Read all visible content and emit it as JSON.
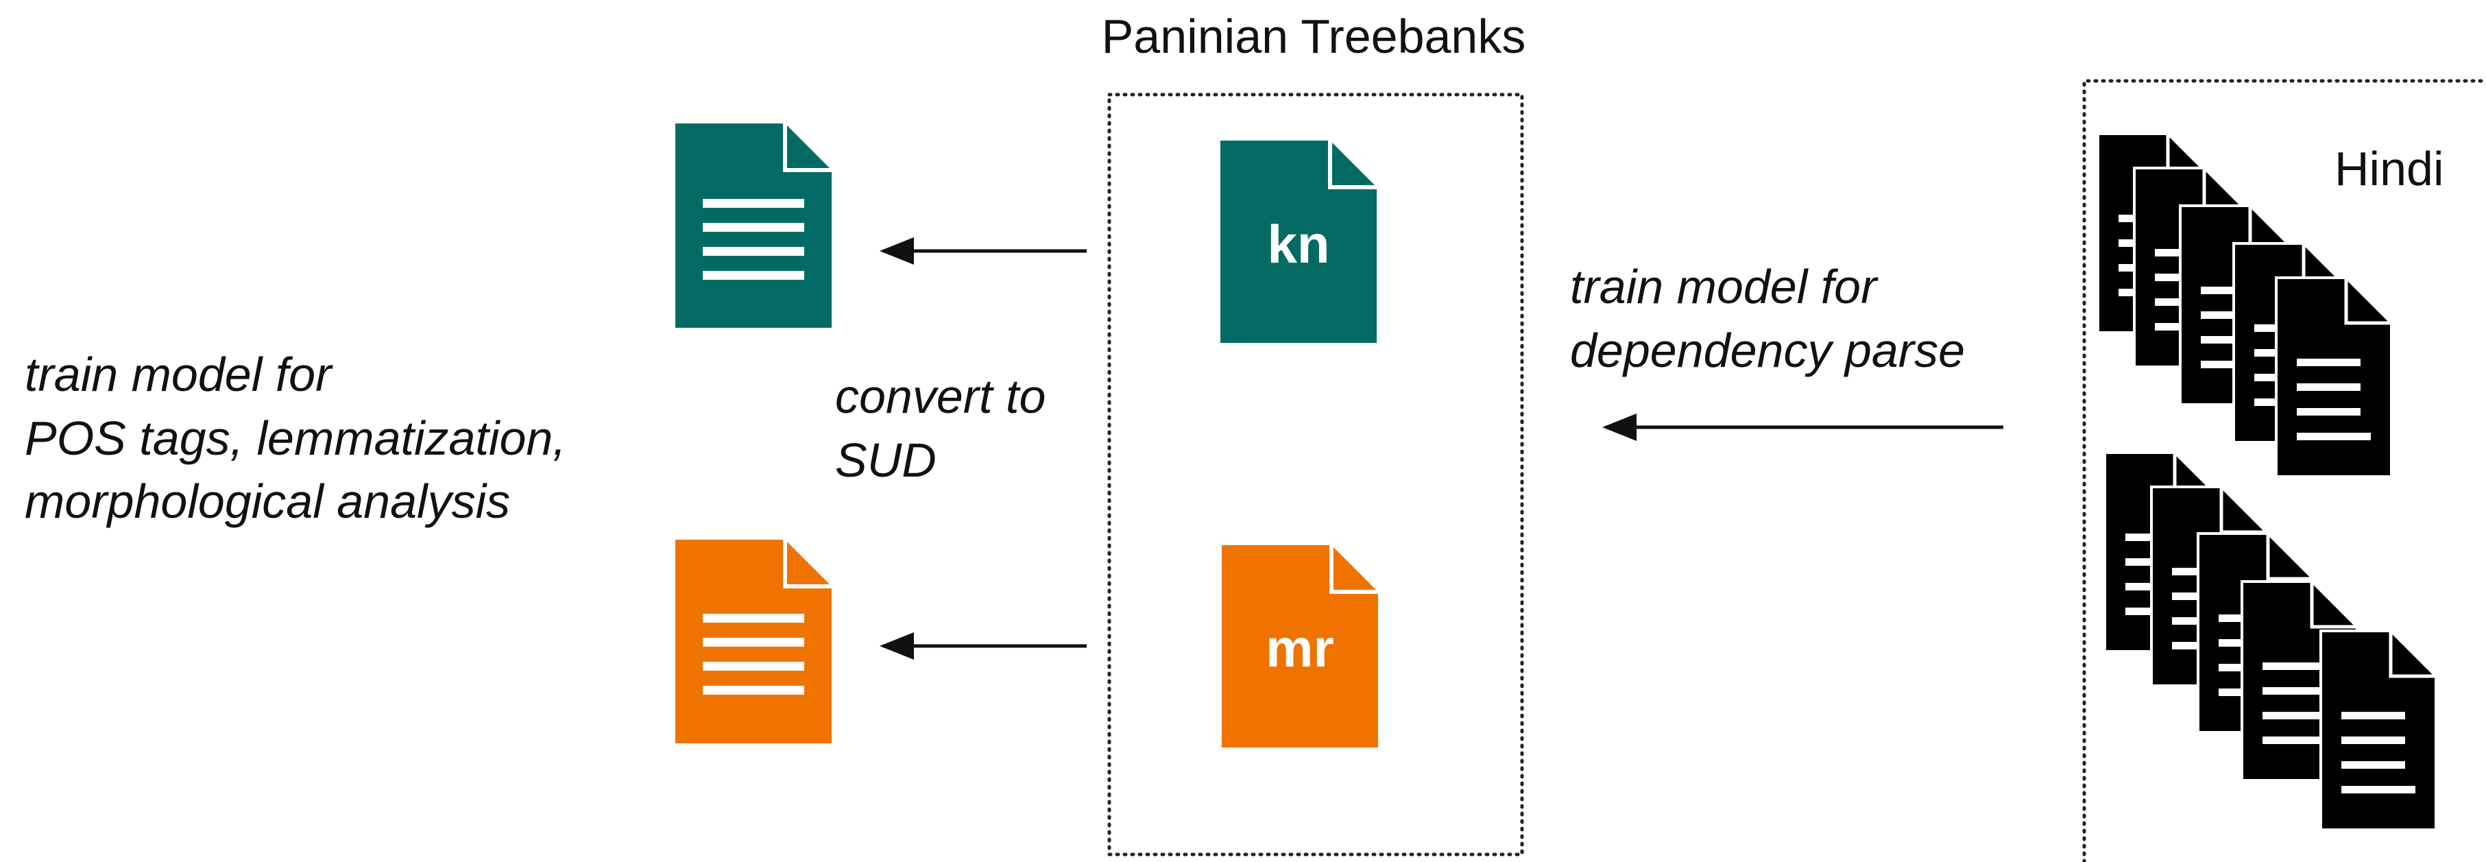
{
  "title": "Paninian Treebanks",
  "treebank_kn": {
    "code": "kn",
    "color": "#036b63"
  },
  "treebank_mr": {
    "code": "mr",
    "color": "#f07300"
  },
  "convert_label": [
    "convert to",
    "SUD"
  ],
  "train_pos_label": [
    "train model for",
    "POS tags, lemmatization,",
    "morphological analysis"
  ],
  "train_dep_label": [
    "train model for",
    "dependency parse"
  ],
  "hindi_label": "Hindi",
  "hindi_color": "#000000"
}
